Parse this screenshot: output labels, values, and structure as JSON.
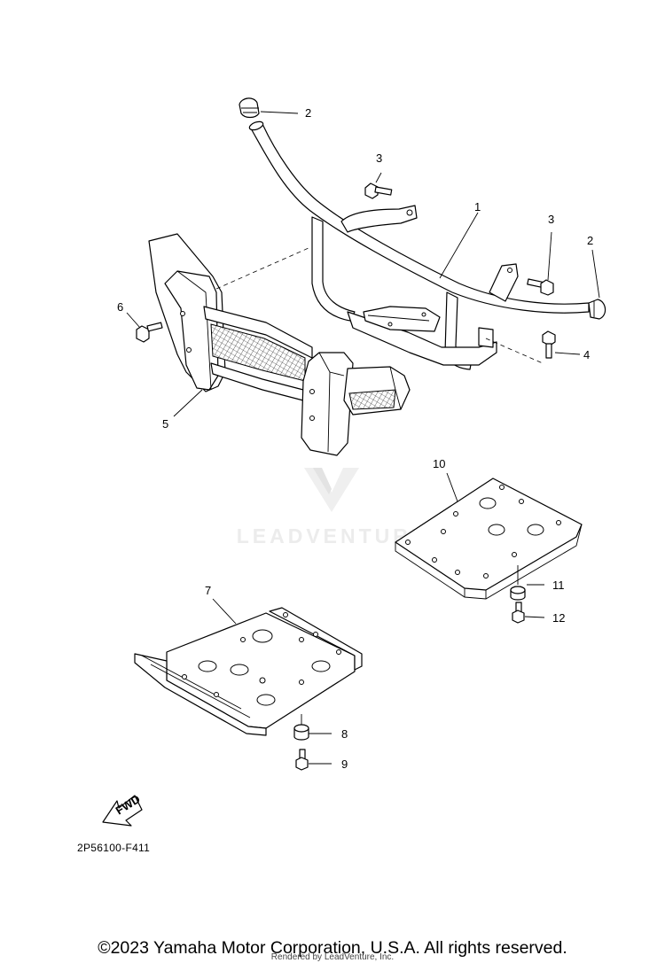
{
  "diagram": {
    "part_code": "2P56100-F411",
    "callouts": {
      "c1": "1",
      "c2a": "2",
      "c2b": "2",
      "c3a": "3",
      "c3b": "3",
      "c4": "4",
      "c5": "5",
      "c6": "6",
      "c7": "7",
      "c8": "8",
      "c9": "9",
      "c10": "10",
      "c11": "11",
      "c12": "12"
    },
    "fwd_label": "FWD"
  },
  "watermark": {
    "text": "LEADVENTURE"
  },
  "footer": {
    "copyright": "©2023 Yamaha Motor Corporation, U.S.A. All rights reserved.",
    "rendered_by": "Rendered by LeadVenture, Inc."
  }
}
